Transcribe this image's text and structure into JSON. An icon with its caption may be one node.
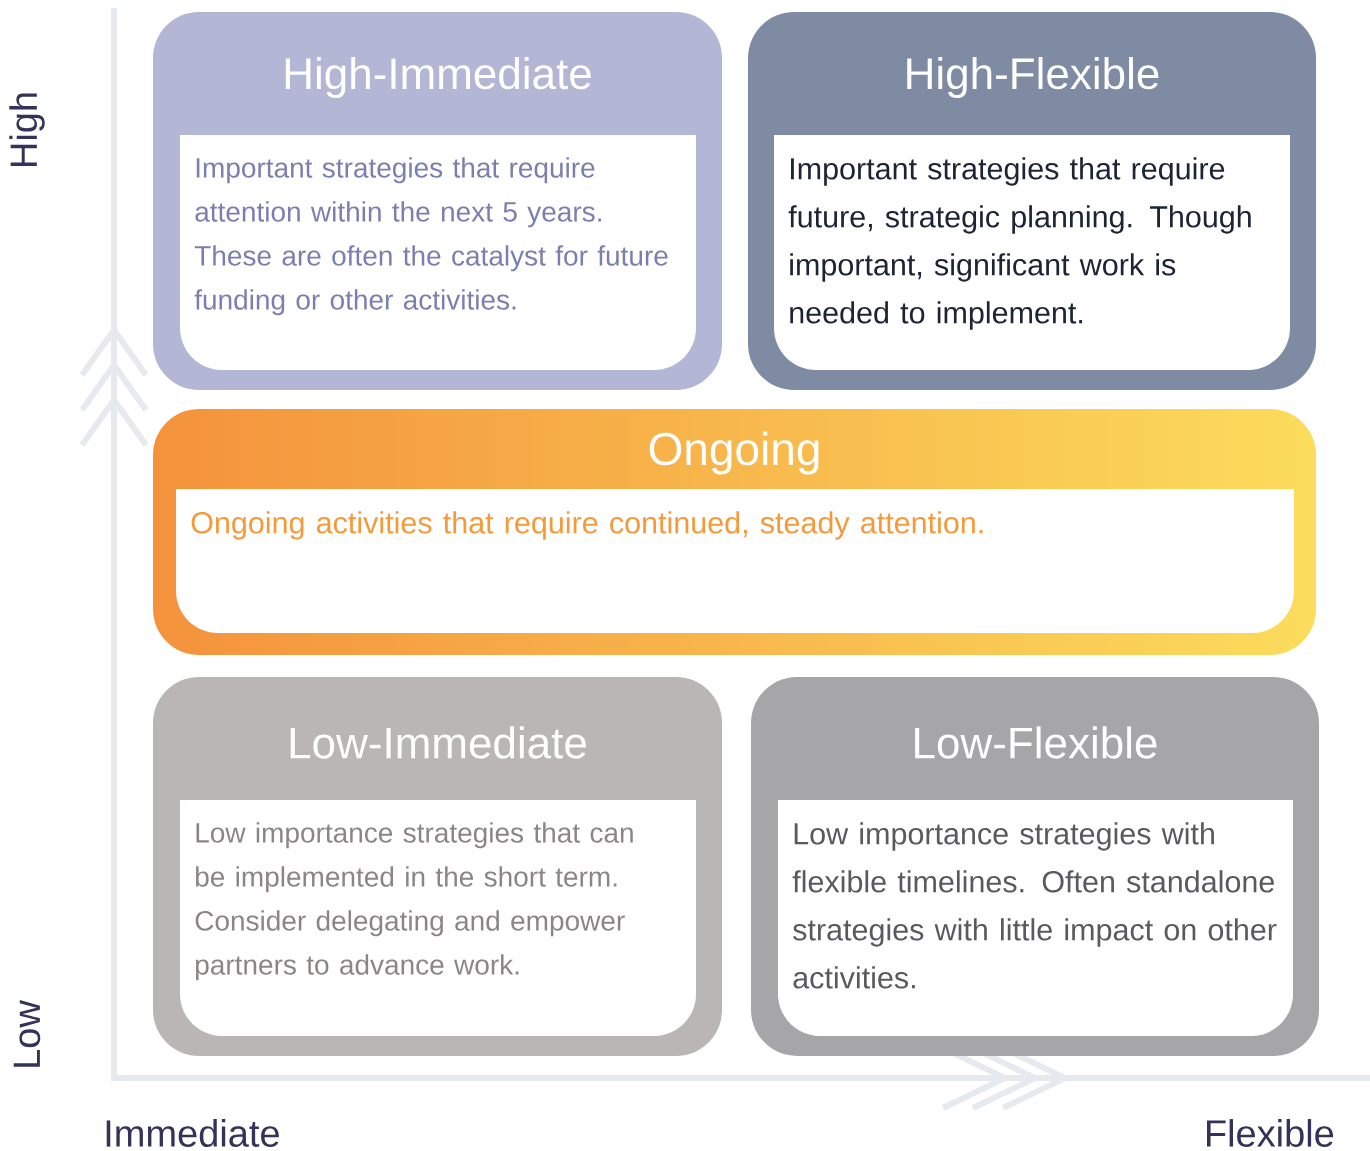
{
  "diagram": {
    "nodes": [
      {
        "text": [
          "High-Immediate",
          "Important strategies that require attention within the next 5 years. These are often the catalyst for future funding or other activities."
        ]
      },
      {
        "text": [
          "High-Flexible",
          "Important strategies that require future, strategic planning. Though important, significant work is needed to implement."
        ]
      },
      {
        "text": [
          "Ongoing",
          "Ongoing activities that require continued, steady attention."
        ]
      },
      {
        "text": [
          "Low-Immediate",
          "Low importance strategies that can be implemented in the short term. Consider delegating and empower partners to advance work."
        ]
      },
      {
        "text": [
          "Low-Flexible",
          "Low importance strategies with flexible timelines. Often standalone strategies with little impact on other activities."
        ]
      }
    ],
    "labels": [
      "High",
      "Low",
      "Immediate",
      "Flexible"
    ]
  }
}
